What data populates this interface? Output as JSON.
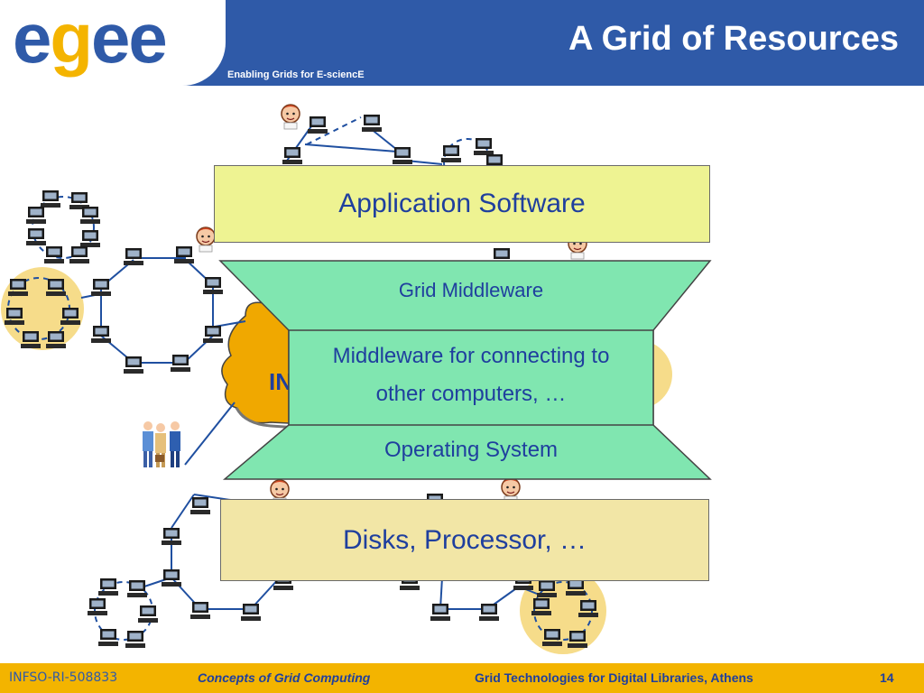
{
  "header": {
    "logo": "egee",
    "tagline": "Enabling Grids for E-sciencE",
    "title": "A Grid of Resources",
    "color": "#2f5aa8"
  },
  "layers": {
    "application": "Application Software",
    "grid_middleware": "Grid Middleware",
    "middleware_line1": "Middleware for connecting to",
    "middleware_line2": "other computers, …",
    "operating_system": "Operating System",
    "hardware": "Disks, Processor, …"
  },
  "network": {
    "cloud_label": "IN"
  },
  "footer": {
    "project_id": "INFSO-RI-508833",
    "course": "Concepts of Grid Computing",
    "event": "Grid Technologies for Digital Libraries, Athens",
    "page": "14",
    "color": "#f3b400"
  }
}
